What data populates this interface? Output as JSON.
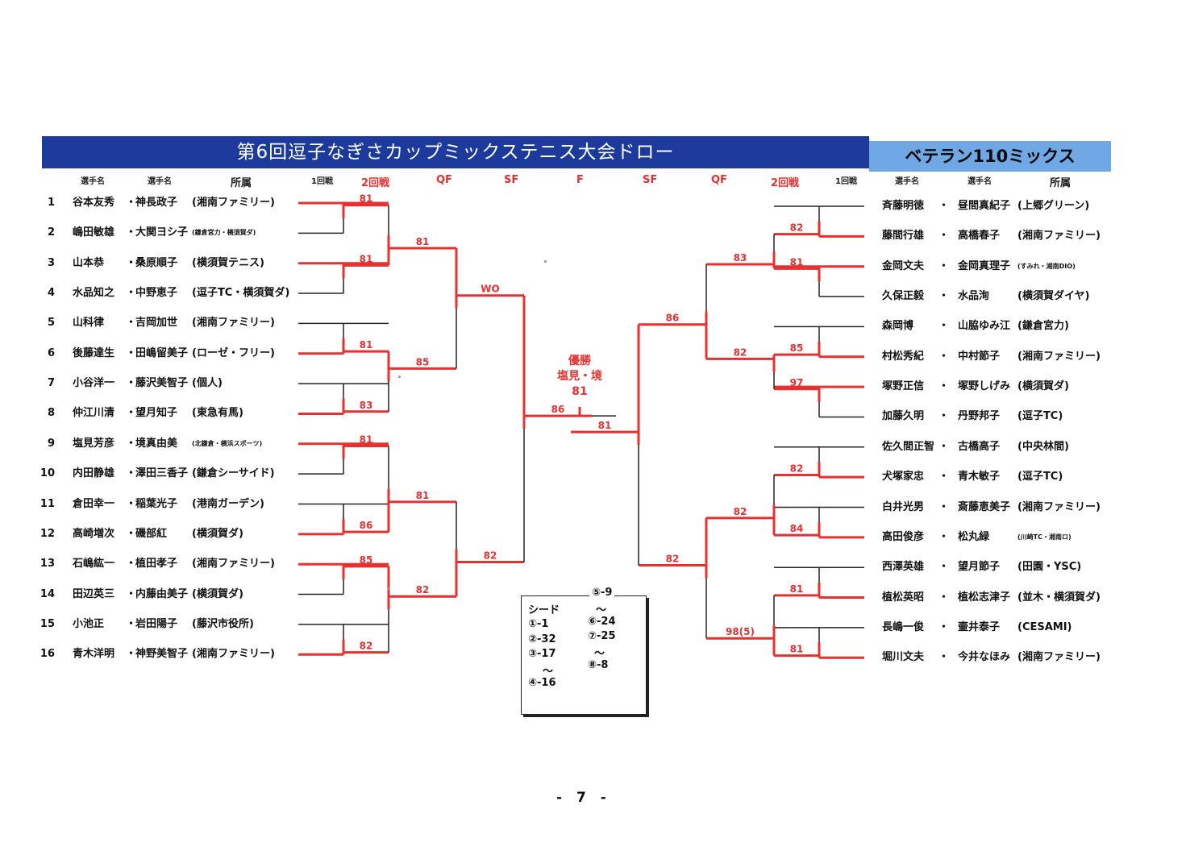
{
  "title": "第6回逗子なぎさカップミックステニス大会ドロー",
  "category": "ベテラン110ミックス",
  "headers": {
    "left": {
      "player1": "選手名",
      "player2": "選手名",
      "affiliation": "所属",
      "r1": "1回戦",
      "r2": "2回戦",
      "qf": "QF",
      "sf": "SF"
    },
    "center": "F",
    "right": {
      "sf": "SF",
      "qf": "QF",
      "r2": "2回戦",
      "r1": "1回戦",
      "player1": "選手名",
      "player2": "選手名",
      "affiliation": "所属"
    }
  },
  "left_entries": [
    {
      "num": "1",
      "p1": "谷本友秀",
      "dot": "・",
      "p2": "神長政子",
      "aff": "(湘南ファミリー)",
      "small": false
    },
    {
      "num": "2",
      "p1": "嶋田敏雄",
      "dot": "・",
      "p2": "大関ヨシ子",
      "aff": "(鎌倉宮力・横須賀ダ)",
      "small": true
    },
    {
      "num": "3",
      "p1": "山本恭",
      "dot": "・",
      "p2": "桑原順子",
      "aff": "(横須賀テニス)",
      "small": false
    },
    {
      "num": "4",
      "p1": "水品知之",
      "dot": "・",
      "p2": "中野恵子",
      "aff": "(逗子TC・横須賀ダ)",
      "small": false
    },
    {
      "num": "5",
      "p1": "山科律",
      "dot": "・",
      "p2": "吉岡加世",
      "aff": "(湘南ファミリー)",
      "small": false
    },
    {
      "num": "6",
      "p1": "後藤達生",
      "dot": "・",
      "p2": "田嶋留美子",
      "aff": "(ローゼ・フリー)",
      "small": false
    },
    {
      "num": "7",
      "p1": "小谷洋一",
      "dot": "・",
      "p2": "藤沢美智子",
      "aff": "(個人)",
      "small": false
    },
    {
      "num": "8",
      "p1": "仲江川清",
      "dot": "・",
      "p2": "望月知子",
      "aff": "(東急有馬)",
      "small": false
    },
    {
      "num": "9",
      "p1": "塩見芳彦",
      "dot": "・",
      "p2": "境真由美",
      "aff": "(北鎌倉・横浜スポーツ)",
      "small": true
    },
    {
      "num": "10",
      "p1": "内田静雄",
      "dot": "・",
      "p2": "澤田三香子",
      "aff": "(鎌倉シーサイド)",
      "small": false
    },
    {
      "num": "11",
      "p1": "倉田幸一",
      "dot": "・",
      "p2": "稲葉光子",
      "aff": "(港南ガーデン)",
      "small": false
    },
    {
      "num": "12",
      "p1": "高崎増次",
      "dot": "・",
      "p2": "磯部紅",
      "aff": "(横須賀ダ)",
      "small": false
    },
    {
      "num": "13",
      "p1": "石嶋紘一",
      "dot": "・",
      "p2": "植田孝子",
      "aff": "(湘南ファミリー)",
      "small": false
    },
    {
      "num": "14",
      "p1": "田辺英三",
      "dot": "・",
      "p2": "内藤由美子",
      "aff": "(横須賀ダ)",
      "small": false
    },
    {
      "num": "15",
      "p1": "小池正",
      "dot": "・",
      "p2": "岩田陽子",
      "aff": "(藤沢市役所)",
      "small": false
    },
    {
      "num": "16",
      "p1": "青木洋明",
      "dot": "・",
      "p2": "神野美智子",
      "aff": "(湘南ファミリー)",
      "small": false
    }
  ],
  "right_entries": [
    {
      "p1": "斉藤明徳",
      "dot": "・",
      "p2": "昼間真紀子",
      "aff": "(上郷グリーン)",
      "small": false
    },
    {
      "p1": "藤間行雄",
      "dot": "・",
      "p2": "高橋春子",
      "aff": "(湘南ファミリー)",
      "small": false
    },
    {
      "p1": "金岡文夫",
      "dot": "・",
      "p2": "金岡真理子",
      "aff": "(すみれ・湘南DIO)",
      "small": true
    },
    {
      "p1": "久保正毅",
      "dot": "・",
      "p2": "水品洵",
      "aff": "(横須賀ダイヤ)",
      "small": false
    },
    {
      "p1": "森岡博",
      "dot": "・",
      "p2": "山脇ゆみ江",
      "aff": "(鎌倉宮力)",
      "small": false
    },
    {
      "p1": "村松秀紀",
      "dot": "・",
      "p2": "中村節子",
      "aff": "(湘南ファミリー)",
      "small": false
    },
    {
      "p1": "塚野正信",
      "dot": "・",
      "p2": "塚野しげみ",
      "aff": "(横須賀ダ)",
      "small": false
    },
    {
      "p1": "加藤久明",
      "dot": "・",
      "p2": "丹野邦子",
      "aff": "(逗子TC)",
      "small": false
    },
    {
      "p1": "佐久間正智",
      "dot": "・",
      "p2": "古橋高子",
      "aff": "(中央林間)",
      "small": false
    },
    {
      "p1": "犬塚家忠",
      "dot": "・",
      "p2": "青木敏子",
      "aff": "(逗子TC)",
      "small": false
    },
    {
      "p1": "白井光男",
      "dot": "・",
      "p2": "斎藤恵美子",
      "aff": "(湘南ファミリー)",
      "small": false
    },
    {
      "p1": "高田俊彦",
      "dot": "・",
      "p2": "松丸緑",
      "aff": "(川崎TC・湘南ロ)",
      "small": true
    },
    {
      "p1": "西澤英雄",
      "dot": "・",
      "p2": "望月節子",
      "aff": "(田園・YSC)",
      "small": false
    },
    {
      "p1": "植松英昭",
      "dot": "・",
      "p2": "植松志津子",
      "aff": "(並木・横須賀ダ)",
      "small": false
    },
    {
      "p1": "長嶋一俊",
      "dot": "・",
      "p2": "壷井泰子",
      "aff": "(CESAMI)",
      "small": false
    },
    {
      "p1": "堀川文夫",
      "dot": "・",
      "p2": "今井なほみ",
      "aff": "(湘南ファミリー)",
      "small": false
    }
  ],
  "results": {
    "left": {
      "r2": [
        "81",
        "81",
        "81",
        "83",
        "81",
        "86",
        "85",
        "82"
      ],
      "qf": [
        "81",
        "85",
        "81",
        "82"
      ],
      "sf": [
        "WO",
        "82"
      ],
      "final": "86"
    },
    "right": {
      "r2": [
        "82",
        "81",
        "85",
        "97",
        "82",
        "84",
        "81",
        "81"
      ],
      "qf": [
        "83",
        "82",
        "82",
        "98(5)"
      ],
      "sf": [
        "86",
        "82"
      ],
      "final": "81"
    },
    "champion_label": "優勝",
    "champion_name": "塩見・境",
    "champion_score": "81"
  },
  "seeds": {
    "title": "シード",
    "left": [
      "①-1",
      "②-32",
      "③-17",
      "～",
      "④-16"
    ],
    "right": [
      "⑤-9",
      "～",
      "⑥-24",
      "⑦-25",
      "～",
      "⑧-8"
    ]
  },
  "page_number": "- 7 -",
  "colors": {
    "title_bar": "#1c3a9c",
    "category_bar": "#6fa8e4",
    "winner_line": "#e83030",
    "loser_line": "#222222"
  }
}
